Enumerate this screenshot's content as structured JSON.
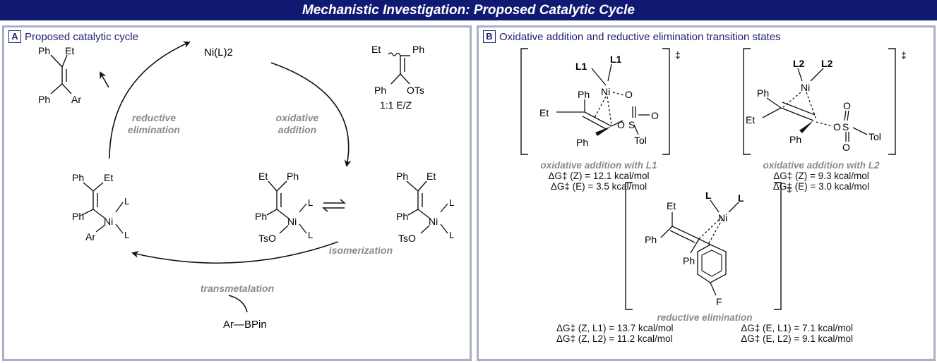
{
  "header": {
    "title": "Mechanistic Investigation: Proposed Catalytic Cycle"
  },
  "panel_a": {
    "label": "A",
    "title": "Proposed catalytic cycle",
    "species": {
      "catalyst": "Ni(L)2",
      "product": [
        "Ph",
        "Et",
        "Ph",
        "Ar"
      ],
      "substrate": [
        "Et",
        "Ph",
        "Ph",
        "OTs"
      ],
      "substrate_ratio": "1:1 E/Z",
      "boronate": "Ar—BPin",
      "int_ts_1": [
        "Et",
        "Ph",
        "Ph",
        "Ni",
        "L",
        "L",
        "TsO"
      ],
      "int_ts_2": [
        "Ph",
        "Et",
        "Ph",
        "Ni",
        "L",
        "L",
        "TsO"
      ],
      "int_ar": [
        "Ph",
        "Et",
        "Ph",
        "Ni",
        "L",
        "L",
        "Ar"
      ]
    },
    "steps": {
      "ox_add_1": "oxidative",
      "ox_add_2": "addition",
      "red_elim_1": "reductive",
      "red_elim_2": "elimination",
      "isomerization": "isomerization",
      "transmetalation": "transmetalation"
    }
  },
  "panel_b": {
    "label": "B",
    "title": "Oxidative addition and reductive elimination transition states",
    "dagger": "‡",
    "ts1": {
      "atoms": [
        "L1",
        "L1",
        "Ni",
        "Ph",
        "Et",
        "Ph",
        "O",
        "O",
        "S",
        "O",
        "Tol"
      ],
      "label": "oxidative addition with L1",
      "lines": [
        "ΔG‡ (Z) = 12.1 kcal/mol",
        "ΔG‡ (E) = 3.5 kcal/mol"
      ]
    },
    "ts2": {
      "atoms": [
        "L2",
        "L2",
        "Ni",
        "Ph",
        "Et",
        "Ph",
        "O",
        "S",
        "O",
        "O",
        "Tol"
      ],
      "label": "oxidative addition with L2",
      "lines": [
        "ΔG‡ (Z) = 9.3 kcal/mol",
        "ΔG‡ (E) = 3.0 kcal/mol"
      ]
    },
    "ts3": {
      "atoms": [
        "Et",
        "L",
        "L",
        "Ni",
        "Ph",
        "Ph",
        "F"
      ],
      "label": "reductive elimination",
      "lines": [
        "ΔG‡ (Z, L1) = 13.7 kcal/mol",
        "ΔG‡ (E, L1) = 7.1 kcal/mol",
        "ΔG‡ (Z, L2) = 11.2 kcal/mol",
        "ΔG‡ (E, L2) = 9.1 kcal/mol"
      ]
    }
  }
}
